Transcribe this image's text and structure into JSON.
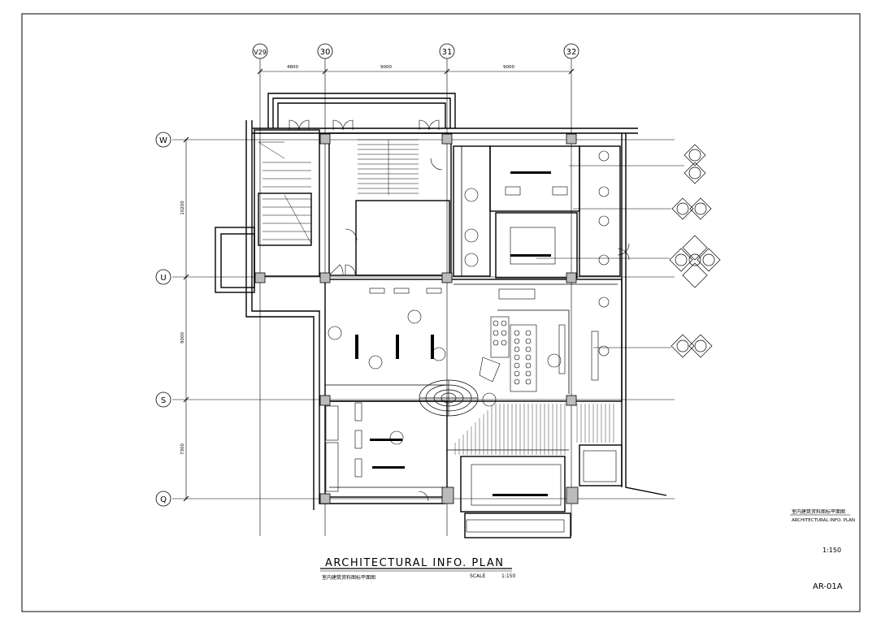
{
  "drawing": {
    "title": "ARCHITECTURAL INFO. PLAN",
    "title_cn": "室内建筑资料图标平面图",
    "scale_label": "SCALE",
    "scale_value": "1:150",
    "side_title_cn": "室内建筑资料图标平面图",
    "side_title_en": "ARCHITECTURAL INFO. PLAN",
    "side_scale": "1:150",
    "sheet_number": "AR-01A"
  },
  "grid": {
    "columns": [
      "V29",
      "30",
      "31",
      "32"
    ],
    "rows": [
      "W",
      "U",
      "S",
      "Q"
    ],
    "column_dims": [
      "4800",
      "9000",
      "9000"
    ],
    "row_dims": [
      "10200",
      "9000",
      "7300"
    ]
  },
  "colors": {
    "line": "#000000",
    "paper": "#ffffff"
  }
}
